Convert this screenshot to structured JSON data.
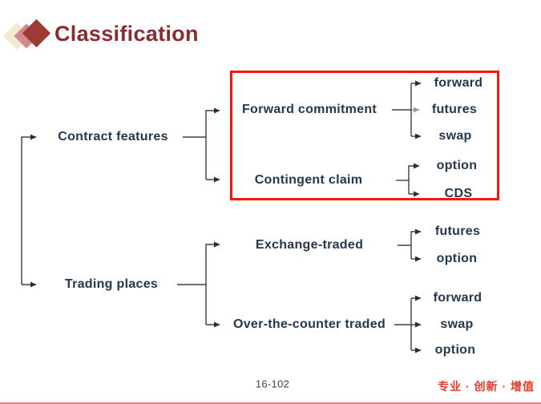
{
  "slide": {
    "title": "Classification",
    "page_number": "16-102",
    "footer_slogan": "专业 · 创新 · 增值"
  },
  "colors": {
    "title_text": "#8c2b2d",
    "tree_text": "#22384e",
    "connector_line": "#3e3e3e",
    "futures_gray_arrow": "#9c9c9c",
    "highlight_box_border": "#fa150b",
    "slogan_text": "#e93a2b",
    "bottom_rule": "#ef8478",
    "diamond_back": "#f3e9d2",
    "diamond_middle": "#cf8c8b",
    "diamond_front": "#9d3a35"
  },
  "tree": {
    "root_children": [
      {
        "label": "Contract features",
        "children": [
          {
            "label": "Forward commitment",
            "children": [
              "forward",
              "futures",
              "swap"
            ]
          },
          {
            "label": "Contingent claim",
            "children": [
              "option",
              "CDS"
            ]
          }
        ]
      },
      {
        "label": "Trading places",
        "children": [
          {
            "label": "Exchange-traded",
            "children": [
              "futures",
              "option"
            ]
          },
          {
            "label": "Over-the-counter traded",
            "children": [
              "forward",
              "swap",
              "option"
            ]
          }
        ]
      }
    ]
  }
}
